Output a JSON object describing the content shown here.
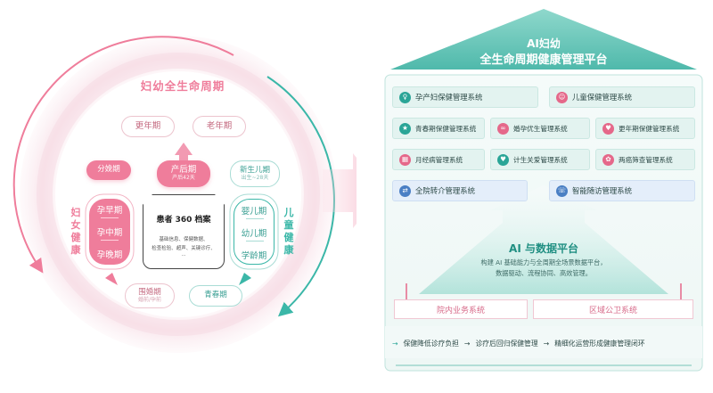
{
  "left": {
    "ring_title": "妇幼全生命周期",
    "core": {
      "title": "患者 360 档案",
      "desc_line1": "基础信息、保健数据、",
      "desc_line2": "检查检验、超声、关键诊疗、",
      "desc_line3": "..."
    },
    "top_stages": {
      "menopause": "更年期",
      "elderly": "老年期"
    },
    "postpartum": {
      "label": "产后期",
      "sub": "产后42天"
    },
    "delivery": "分娩期",
    "newborn": {
      "label": "新生儿期",
      "sub": "出生~28天"
    },
    "women_stack": [
      "孕早期",
      "孕中期",
      "孕晚期"
    ],
    "children_stack": [
      "婴儿期",
      "幼儿期",
      "学龄期"
    ],
    "preconception": {
      "label": "围婚期",
      "sub": "婚前/孕前"
    },
    "adolescence": "青春期",
    "women_health_label": "妇女健康",
    "children_health_label": "儿童健康",
    "colors": {
      "pink": "#ef7d9b",
      "teal": "#3bb7a8"
    }
  },
  "right": {
    "roof_title_line1": "AI妇幼",
    "roof_title_line2": "全生命周期健康管理平台",
    "systems": {
      "row1": [
        {
          "label": "孕产妇保健管理系统",
          "icon": "pregnant-icon",
          "glyph": "♀"
        },
        {
          "label": "儿童保健管理系统",
          "icon": "child-icon",
          "glyph": "☺"
        }
      ],
      "row2": [
        {
          "label": "青春期保健管理系统",
          "icon": "runner-icon",
          "glyph": "★"
        },
        {
          "label": "婚孕优生管理系统",
          "icon": "rings-icon",
          "glyph": "∞"
        },
        {
          "label": "更年期保健管理系统",
          "icon": "heart-hand-icon",
          "glyph": "♥"
        }
      ],
      "row3": [
        {
          "label": "月经病管理系统",
          "icon": "calendar-icon",
          "glyph": "▦"
        },
        {
          "label": "计生关爱管理系统",
          "icon": "heart-care-icon",
          "glyph": "♥"
        },
        {
          "label": "两癌筛查管理系统",
          "icon": "ribbon-icon",
          "glyph": "✿"
        }
      ],
      "row4": [
        {
          "label": "全院转介管理系统",
          "icon": "transfer-icon",
          "glyph": "⇄"
        },
        {
          "label": "智能随访管理系统",
          "icon": "followup-icon",
          "glyph": "☏"
        }
      ]
    },
    "ai_platform": {
      "title": "AI 与数据平台",
      "line1": "构建 AI 基础能力与全周期全场景数据平台，",
      "line2": "数据驱动、流程协同、高效管理。"
    },
    "bottom_systems": [
      "院内业务系统",
      "区域公卫系统"
    ],
    "flow": [
      "保健降低诊疗负担",
      "诊疗后回归保健管理",
      "精细化运营形成健康管理闭环"
    ],
    "flow_arrow": "→",
    "colors": {
      "teal": "#2aa597",
      "roof": "#5cc3b5"
    }
  }
}
